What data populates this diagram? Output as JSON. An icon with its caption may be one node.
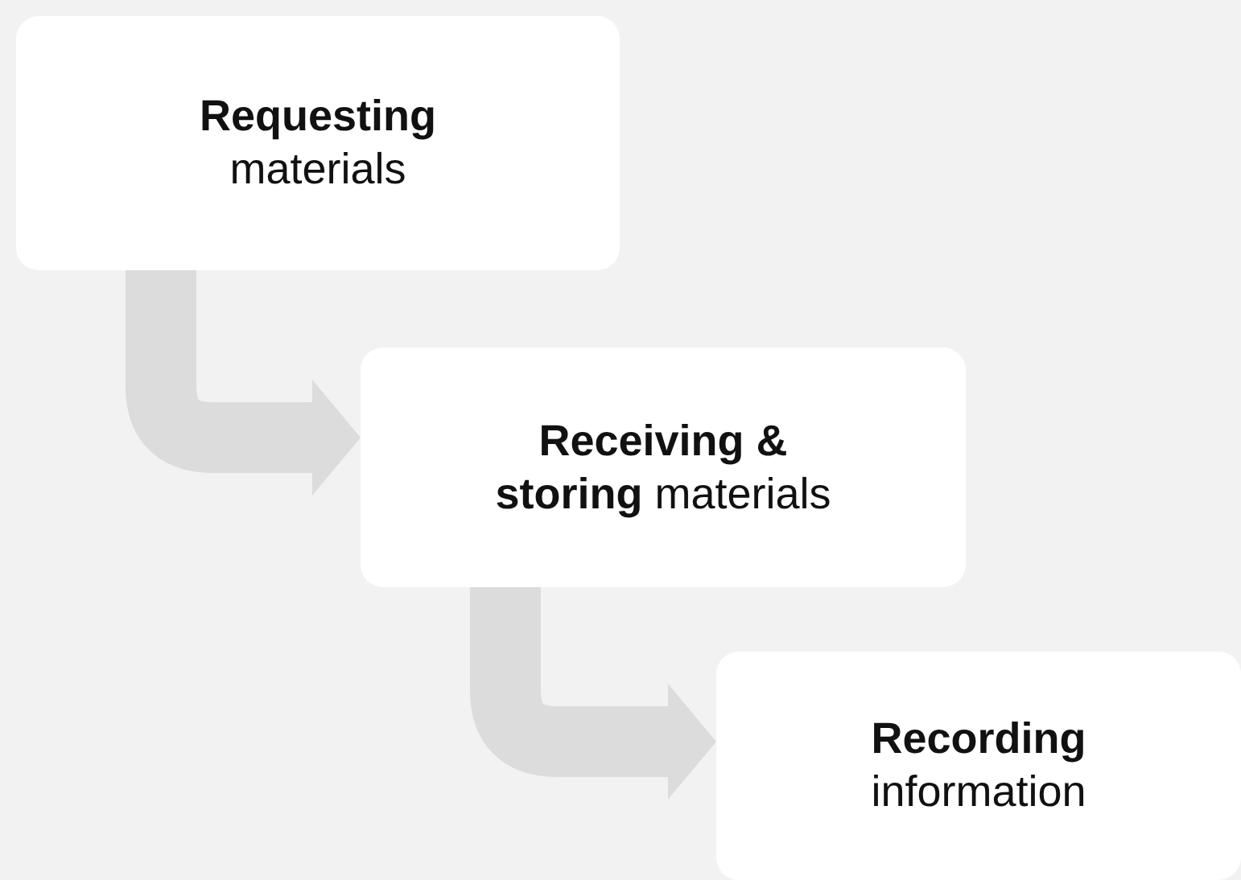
{
  "diagram": {
    "nodes": [
      {
        "text": [
          "**Requesting** materials"
        ]
      },
      {
        "text": [
          "**Receiving &** **storing** materials"
        ]
      },
      {
        "text": [
          "**Recording** information"
        ]
      }
    ],
    "edges": [
      {
        "from": 0,
        "to": 1,
        "arrow": "to"
      },
      {
        "from": 1,
        "to": 2,
        "arrow": "to"
      }
    ]
  }
}
